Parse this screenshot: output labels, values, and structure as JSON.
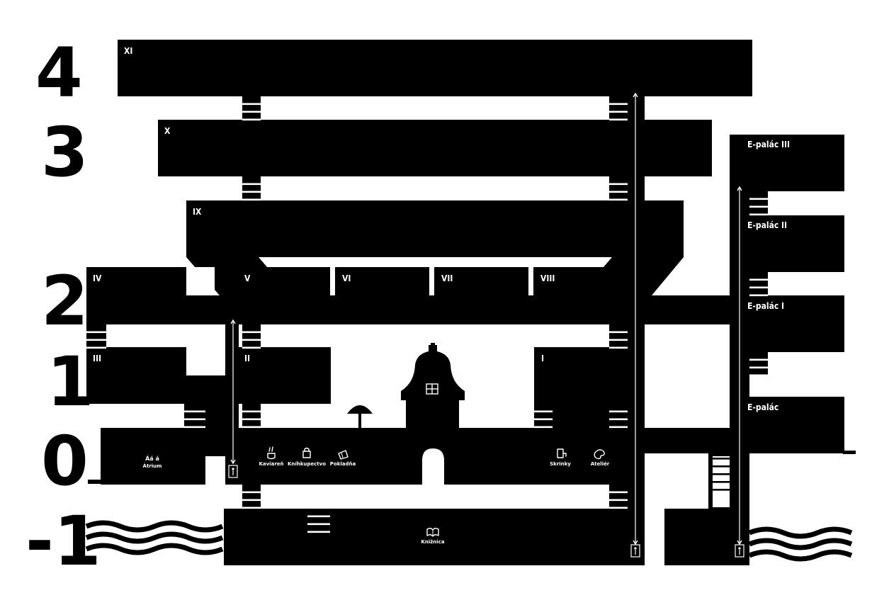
{
  "floors": {
    "f4": "4",
    "f3": "3",
    "f2": "2",
    "f1": "1",
    "f0": "0",
    "fm1": "-1"
  },
  "rooms": {
    "xi": "XI",
    "x": "X",
    "ix": "IX",
    "iv": "IV",
    "v": "V",
    "vi": "VI",
    "vii": "VII",
    "viii": "VIII",
    "iii": "III",
    "ii": "II",
    "i": "I",
    "epalac3": "E-palác III",
    "epalac2": "E-palác II",
    "epalac1": "E-palác I",
    "epalac": "E-palác"
  },
  "facilities": {
    "atrium_letters": "Áá á",
    "atrium": "Átrium",
    "kaviaren": "Kaviareň",
    "kninkupectvo": "Kníhkupectvo",
    "pokladna": "Pokladňa",
    "skrinky": "Skrinky",
    "atelier": "Ateliér",
    "kniznica": "Knižnica"
  },
  "icons": {
    "cafe": "coffee-cup-icon",
    "shop": "shopping-bag-icon",
    "tickets": "ticket-icon",
    "lockers": "locker-icon",
    "studio": "palette-icon",
    "library": "open-book-icon",
    "elevator": "elevator-icon"
  },
  "colors": {
    "building": "#000000",
    "background": "#ffffff",
    "labels": "#ffffff"
  }
}
